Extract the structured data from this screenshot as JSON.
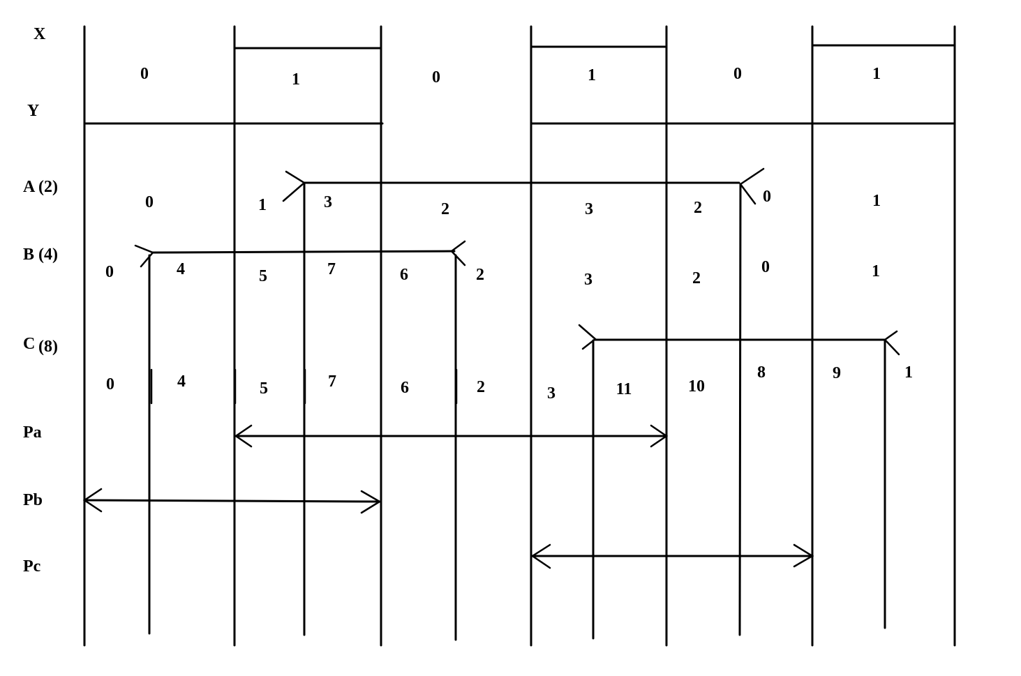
{
  "row_labels": {
    "x": "X",
    "y": "Y",
    "a": "A (2)",
    "b": "B (4)",
    "c_letter": "C",
    "c_suffix": "(8)",
    "pa": "Pa",
    "pb": "Pb",
    "pc": "Pc"
  },
  "xy_values": [
    "0",
    "1",
    "0",
    "1",
    "0",
    "1"
  ],
  "a_values": [
    "0",
    "1",
    "3",
    "2",
    "3",
    "2",
    "0",
    "1"
  ],
  "b_values": [
    "0",
    "4",
    "5",
    "7",
    "6",
    "2",
    "3",
    "2",
    "0",
    "1"
  ],
  "c_values": [
    "0",
    "4",
    "5",
    "7",
    "6",
    "2",
    "3",
    "11",
    "10",
    "8",
    "9",
    "1"
  ]
}
